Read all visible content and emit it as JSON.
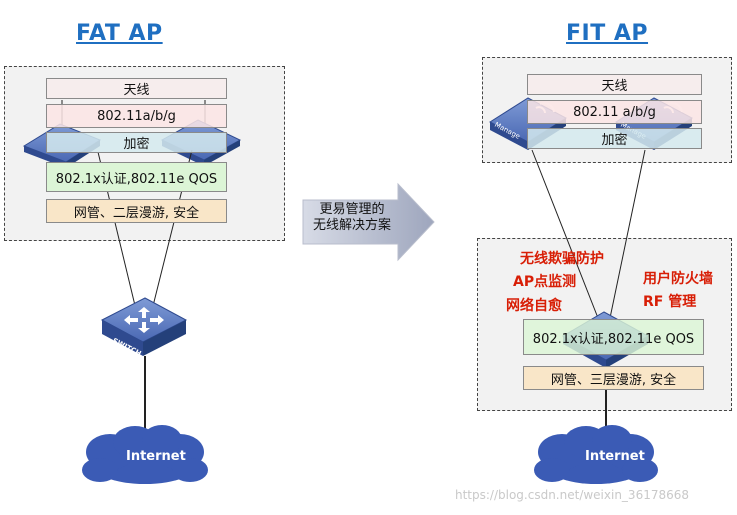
{
  "left": {
    "title": "FAT AP",
    "layers": {
      "antenna": "天线",
      "protocol": "802.11a/b/g",
      "encryption": "加密",
      "auth": "802.1x认证,802.11e QOS",
      "mgmt": "网管、二层漫游, 安全"
    },
    "switch_label": "SWITCH",
    "cloud_label": "Internet"
  },
  "arrow": {
    "line1": "更易管理的",
    "line2": "无线解决方案"
  },
  "right": {
    "title": "FIT AP",
    "layers": {
      "antenna": "天线",
      "protocol": "802.11 a/b/g",
      "encryption": "加密",
      "auth": "802.1x认证,802.11e QOS",
      "mgmt": "网管、三层漫游, 安全"
    },
    "ap_label": "Manage",
    "features_left": [
      "无线欺骗防护",
      "AP点监测",
      "网络自愈"
    ],
    "features_right": [
      "用户防火墙",
      "RF 管理"
    ],
    "cloud_label": "Internet"
  },
  "watermark": "https://blog.csdn.net/weixin_36178668",
  "colors": {
    "title_blue": "#1f6fc1",
    "feature_red": "#d81e06",
    "device_blue": "#2f4a8f",
    "cloud_blue": "#3b5bb5"
  }
}
